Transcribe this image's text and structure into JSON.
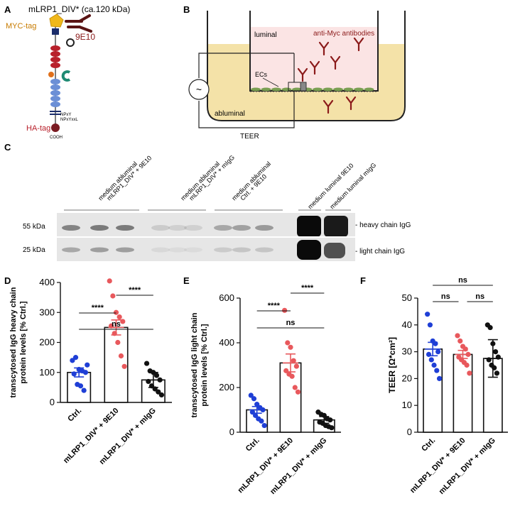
{
  "panels": {
    "a": {
      "letter": "A",
      "title": "mLRP1_DIV* (ca.120 kDa)",
      "myc_tag": "MYC-tag",
      "antibody": "9E10",
      "motif1": "NPxY",
      "motif2": "NPxYxxL",
      "ha_tag": "HA-tag",
      "cooh": "COOH"
    },
    "b": {
      "letter": "B",
      "luminal": "luminal",
      "antibodies": "anti-Myc antibodies",
      "ecs": "ECs",
      "abluminal": "abluminal",
      "teer": "TEER",
      "meter": "~"
    },
    "c": {
      "letter": "C",
      "lanes": [
        {
          "line1": "medium abluminal",
          "line2": "mLRP1_DIV* + 9E10"
        },
        {
          "line1": "medium abluminal",
          "line2": "mLRP1_DIV* + mIgG"
        },
        {
          "line1": "medium abluminal",
          "line2": "Ctrl. + 9E10"
        },
        {
          "line1": "medium luminal 9E10",
          "line2": ""
        },
        {
          "line1": "medium luminal mIgG",
          "line2": ""
        }
      ],
      "mw_55": "55 kDa",
      "mw_25": "25 kDa",
      "heavy": "- heavy chain IgG",
      "light": "- light chain IgG"
    },
    "d": {
      "letter": "D"
    },
    "e": {
      "letter": "E"
    },
    "f": {
      "letter": "F"
    }
  },
  "colors": {
    "ctrl": "#1f3fd6",
    "div9e10": "#e8585c",
    "migg": "#111111",
    "gel": "#e6e6e6",
    "well": "#f4e2a8",
    "luminal_fill": "#fbe4e4",
    "antibody": "#8b1a1a",
    "cell": "#7a9f52"
  },
  "chart_data": [
    {
      "type": "bar",
      "panel": "D",
      "ylabel_line1": "transcytosed IgG heavy chain",
      "ylabel_line2": "protein levels [% Ctrl.]",
      "categories": [
        "Ctrl.",
        "mLRP1_DIV* + 9E10",
        "mLRP1_DIV* + mIgG"
      ],
      "values": [
        100,
        250,
        75
      ],
      "errors": [
        15,
        25,
        25
      ],
      "ylim": [
        0,
        400
      ],
      "yticks": [
        0,
        100,
        200,
        300,
        400
      ],
      "points": [
        [
          140,
          150,
          110,
          105,
          100,
          95,
          60,
          55,
          40,
          125
        ],
        [
          405,
          355,
          300,
          285,
          270,
          255,
          230,
          200,
          155,
          120
        ],
        [
          130,
          105,
          100,
          90,
          75,
          70,
          55,
          45,
          35,
          25
        ]
      ],
      "significance": [
        {
          "from": 0,
          "to": 1,
          "label": "****",
          "level": 0
        },
        {
          "from": 1,
          "to": 2,
          "label": "****",
          "level": 1
        },
        {
          "from": 0,
          "to": 2,
          "label": "ns",
          "level": 2
        }
      ]
    },
    {
      "type": "bar",
      "panel": "E",
      "ylabel_line1": "transcytosed IgG light chain",
      "ylabel_line2": "protein levels [% Ctrl.]",
      "categories": [
        "Ctrl.",
        "mLRP1_DIV* + 9E10",
        "mLRP1_DIV* + mIgG"
      ],
      "values": [
        100,
        310,
        55
      ],
      "errors": [
        15,
        40,
        15
      ],
      "ylim": [
        0,
        600
      ],
      "yticks": [
        0,
        200,
        400,
        600
      ],
      "points": [
        [
          165,
          150,
          125,
          110,
          100,
          90,
          75,
          60,
          50,
          30
        ],
        [
          545,
          400,
          380,
          320,
          295,
          275,
          260,
          250,
          200,
          180
        ],
        [
          90,
          80,
          75,
          60,
          55,
          45,
          40,
          30,
          25,
          20
        ]
      ],
      "significance": [
        {
          "from": 0,
          "to": 1,
          "label": "****",
          "level": 0
        },
        {
          "from": 1,
          "to": 2,
          "label": "****",
          "level": 1
        },
        {
          "from": 0,
          "to": 2,
          "label": "ns",
          "level": 2
        }
      ]
    },
    {
      "type": "bar",
      "panel": "F",
      "ylabel_line1": "TEER [Ω*cm²]",
      "ylabel_line2": "",
      "categories": [
        "Ctrl.",
        "mLRP1_DIV* + 9E10",
        "mLRP1_DIV* + mIgG"
      ],
      "values": [
        31,
        29,
        27.5
      ],
      "errors": [
        2.5,
        1.5,
        7
      ],
      "ylim": [
        0,
        50
      ],
      "yticks": [
        0,
        10,
        20,
        30,
        40,
        50
      ],
      "points": [
        [
          44,
          40,
          34,
          33,
          30,
          29,
          27,
          25,
          23,
          20
        ],
        [
          36,
          34,
          32,
          31,
          29,
          28,
          27,
          26,
          25,
          22
        ],
        [
          40,
          39,
          33,
          30,
          28,
          27,
          25,
          24,
          22
        ]
      ],
      "significance": [
        {
          "from": 0,
          "to": 1,
          "label": "ns",
          "level": 0
        },
        {
          "from": 1,
          "to": 2,
          "label": "ns",
          "level": 1
        },
        {
          "from": 0,
          "to": 2,
          "label": "ns",
          "level": 2
        }
      ]
    }
  ]
}
